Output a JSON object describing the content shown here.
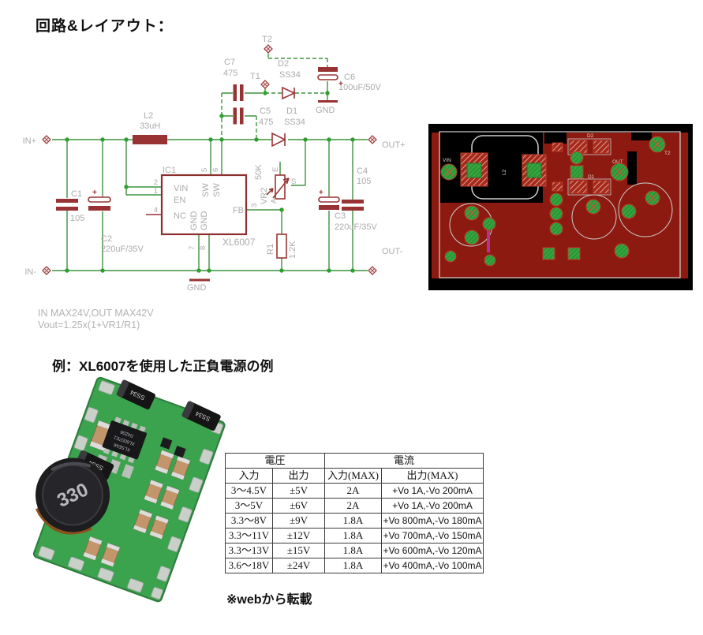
{
  "page": {
    "title": "回路&レイアウト：",
    "example_heading": "例：XL6007を使用した正負電源の例",
    "source_note": "※webから転載",
    "notes": [
      "IN MAX24V,OUT MAX42V",
      "Vout=1.25x(1+VR1/R1)"
    ]
  },
  "schematic": {
    "terminals": {
      "in_plus": "IN+",
      "in_minus": "IN-",
      "out_plus": "OUT+",
      "out_minus": "OUT-",
      "t1": "T1",
      "t2": "T2"
    },
    "components": {
      "c1": {
        "name": "C1",
        "value": "105"
      },
      "c2": {
        "name": "C2",
        "value": "220uF/35V"
      },
      "c3": {
        "name": "C3",
        "value": "220uF/35V"
      },
      "c4": {
        "name": "C4",
        "value": "105"
      },
      "c5": {
        "name": "C5",
        "value": "475"
      },
      "c6": {
        "name": "C6",
        "value": "100uF/50V"
      },
      "c7": {
        "name": "C7",
        "value": "475"
      },
      "d1": {
        "name": "D1",
        "value": "SS34"
      },
      "d2": {
        "name": "D2",
        "value": "SS34"
      },
      "l2": {
        "name": "L2",
        "value": "33uH"
      },
      "r1": {
        "name": "R1",
        "value": "1.2K"
      },
      "vr2": {
        "name": "VR2",
        "value": "50K"
      },
      "ic": {
        "name": "IC1",
        "part": "XL6007"
      }
    },
    "ic_pins": {
      "vin": "VIN",
      "en": "EN",
      "nc": "NC",
      "gnd": "GND",
      "sw": "SW",
      "fb": "FB",
      "n1": "1",
      "n2": "2",
      "n3": "3",
      "n4": "4",
      "n5": "5",
      "n6": "6",
      "n7": "7",
      "n8": "8"
    },
    "pot_pins": {
      "e": "E",
      "s": "S",
      "a": "A"
    },
    "gnd_label": "GND",
    "plus": "+"
  },
  "pcb": {
    "labels": {
      "vin": "VIN",
      "l2": "L2",
      "d2": "D2",
      "d1": "D1",
      "out": "OUT",
      "t2": "T2"
    },
    "colors": {
      "copper": "#8c1a10",
      "pad_green": "#2f9f3a",
      "silk": "#d8d8d8"
    }
  },
  "photo": {
    "inductor_marking": "330",
    "diode_marking": "SS34",
    "chip_lines": [
      "XLSEMI",
      "XL6007E1",
      "04Z06"
    ]
  },
  "spec_table": {
    "header_groups": [
      {
        "label": "電圧"
      },
      {
        "label": "電流"
      }
    ],
    "columns": [
      "入力",
      "出力",
      "入力(MAX)",
      "出力(MAX)"
    ],
    "rows": [
      [
        "3〜4.5V",
        "±5V",
        "2A",
        "+Vo 1A,-Vo 200mA"
      ],
      [
        "3〜5V",
        "±6V",
        "2A",
        "+Vo 1A,-Vo 200mA"
      ],
      [
        "3.3〜8V",
        "±9V",
        "1.8A",
        "+Vo 800mA,-Vo 180mA"
      ],
      [
        "3.3〜11V",
        "±12V",
        "1.8A",
        "+Vo 700mA,-Vo 150mA"
      ],
      [
        "3.3〜13V",
        "±15V",
        "1.8A",
        "+Vo 600mA,-Vo 120mA"
      ],
      [
        "3.6〜18V",
        "±24V",
        "1.8A",
        "+Vo 400mA,-Vo 100mA"
      ]
    ]
  }
}
